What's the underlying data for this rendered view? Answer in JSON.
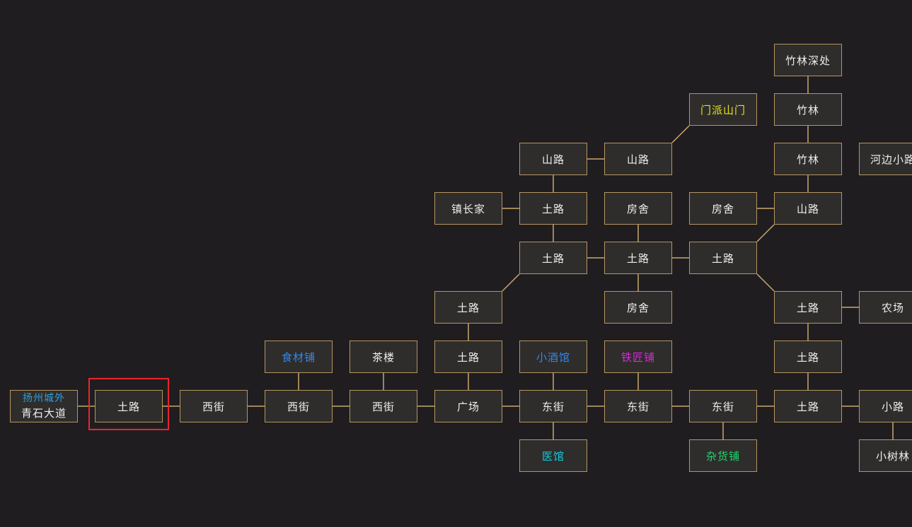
{
  "map": {
    "current_room": "r-outskirts-road",
    "colors": {
      "background": "#201d21",
      "room_fill": "#2e2d2c",
      "room_border": "#b5955f",
      "link": "#c9a86a",
      "current_marker": "#e8262b",
      "default_text": "#eeeeee"
    },
    "rooms": [
      {
        "id": "r-bamboo-deep",
        "label": "竹林深处",
        "color": "#eeeeee"
      },
      {
        "id": "r-sect-gate",
        "label": "门派山门",
        "color": "#e6e21c"
      },
      {
        "id": "r-bamboo-1",
        "label": "竹林",
        "color": "#eeeeee"
      },
      {
        "id": "r-mountain-1",
        "label": "山路",
        "color": "#eeeeee"
      },
      {
        "id": "r-mountain-2",
        "label": "山路",
        "color": "#eeeeee"
      },
      {
        "id": "r-bamboo-2",
        "label": "竹林",
        "color": "#eeeeee"
      },
      {
        "id": "r-riverside",
        "label": "河边小路",
        "color": "#eeeeee"
      },
      {
        "id": "r-mayor",
        "label": "镇长家",
        "color": "#eeeeee"
      },
      {
        "id": "r-road-a",
        "label": "土路",
        "color": "#eeeeee"
      },
      {
        "id": "r-house-1",
        "label": "房舍",
        "color": "#eeeeee"
      },
      {
        "id": "r-house-2",
        "label": "房舍",
        "color": "#eeeeee"
      },
      {
        "id": "r-mountain-3",
        "label": "山路",
        "color": "#eeeeee"
      },
      {
        "id": "r-road-b",
        "label": "土路",
        "color": "#eeeeee"
      },
      {
        "id": "r-road-c",
        "label": "土路",
        "color": "#eeeeee"
      },
      {
        "id": "r-road-d",
        "label": "土路",
        "color": "#eeeeee"
      },
      {
        "id": "r-road-e",
        "label": "土路",
        "color": "#eeeeee"
      },
      {
        "id": "r-house-3",
        "label": "房舍",
        "color": "#eeeeee"
      },
      {
        "id": "r-road-f",
        "label": "土路",
        "color": "#eeeeee"
      },
      {
        "id": "r-farm",
        "label": "农场",
        "color": "#eeeeee"
      },
      {
        "id": "r-food-shop",
        "label": "食材铺",
        "color": "#2f88ee"
      },
      {
        "id": "r-teahouse",
        "label": "茶楼",
        "color": "#eeeeee"
      },
      {
        "id": "r-road-g",
        "label": "土路",
        "color": "#eeeeee"
      },
      {
        "id": "r-tavern",
        "label": "小酒馆",
        "color": "#2f88ee"
      },
      {
        "id": "r-smithy",
        "label": "铁匠铺",
        "color": "#d62ad6"
      },
      {
        "id": "r-road-h",
        "label": "土路",
        "color": "#eeeeee"
      },
      {
        "id": "r-gate",
        "label": "青石大道",
        "region": "扬州城外",
        "color": "#eeeeee",
        "region_color": "#2f9fe0"
      },
      {
        "id": "r-outskirts-road",
        "label": "土路",
        "color": "#eeeeee"
      },
      {
        "id": "r-west-1",
        "label": "西街",
        "color": "#eeeeee"
      },
      {
        "id": "r-west-2",
        "label": "西街",
        "color": "#eeeeee"
      },
      {
        "id": "r-west-3",
        "label": "西街",
        "color": "#eeeeee"
      },
      {
        "id": "r-square",
        "label": "广场",
        "color": "#eeeeee"
      },
      {
        "id": "r-east-1",
        "label": "东街",
        "color": "#eeeeee"
      },
      {
        "id": "r-east-2",
        "label": "东街",
        "color": "#eeeeee"
      },
      {
        "id": "r-east-3",
        "label": "东街",
        "color": "#eeeeee"
      },
      {
        "id": "r-road-i",
        "label": "土路",
        "color": "#eeeeee"
      },
      {
        "id": "r-path",
        "label": "小路",
        "color": "#eeeeee"
      },
      {
        "id": "r-clinic",
        "label": "医馆",
        "color": "#19c8d8"
      },
      {
        "id": "r-grocery",
        "label": "杂货铺",
        "color": "#22d46a"
      },
      {
        "id": "r-grove",
        "label": "小树林",
        "color": "#eeeeee"
      }
    ]
  }
}
